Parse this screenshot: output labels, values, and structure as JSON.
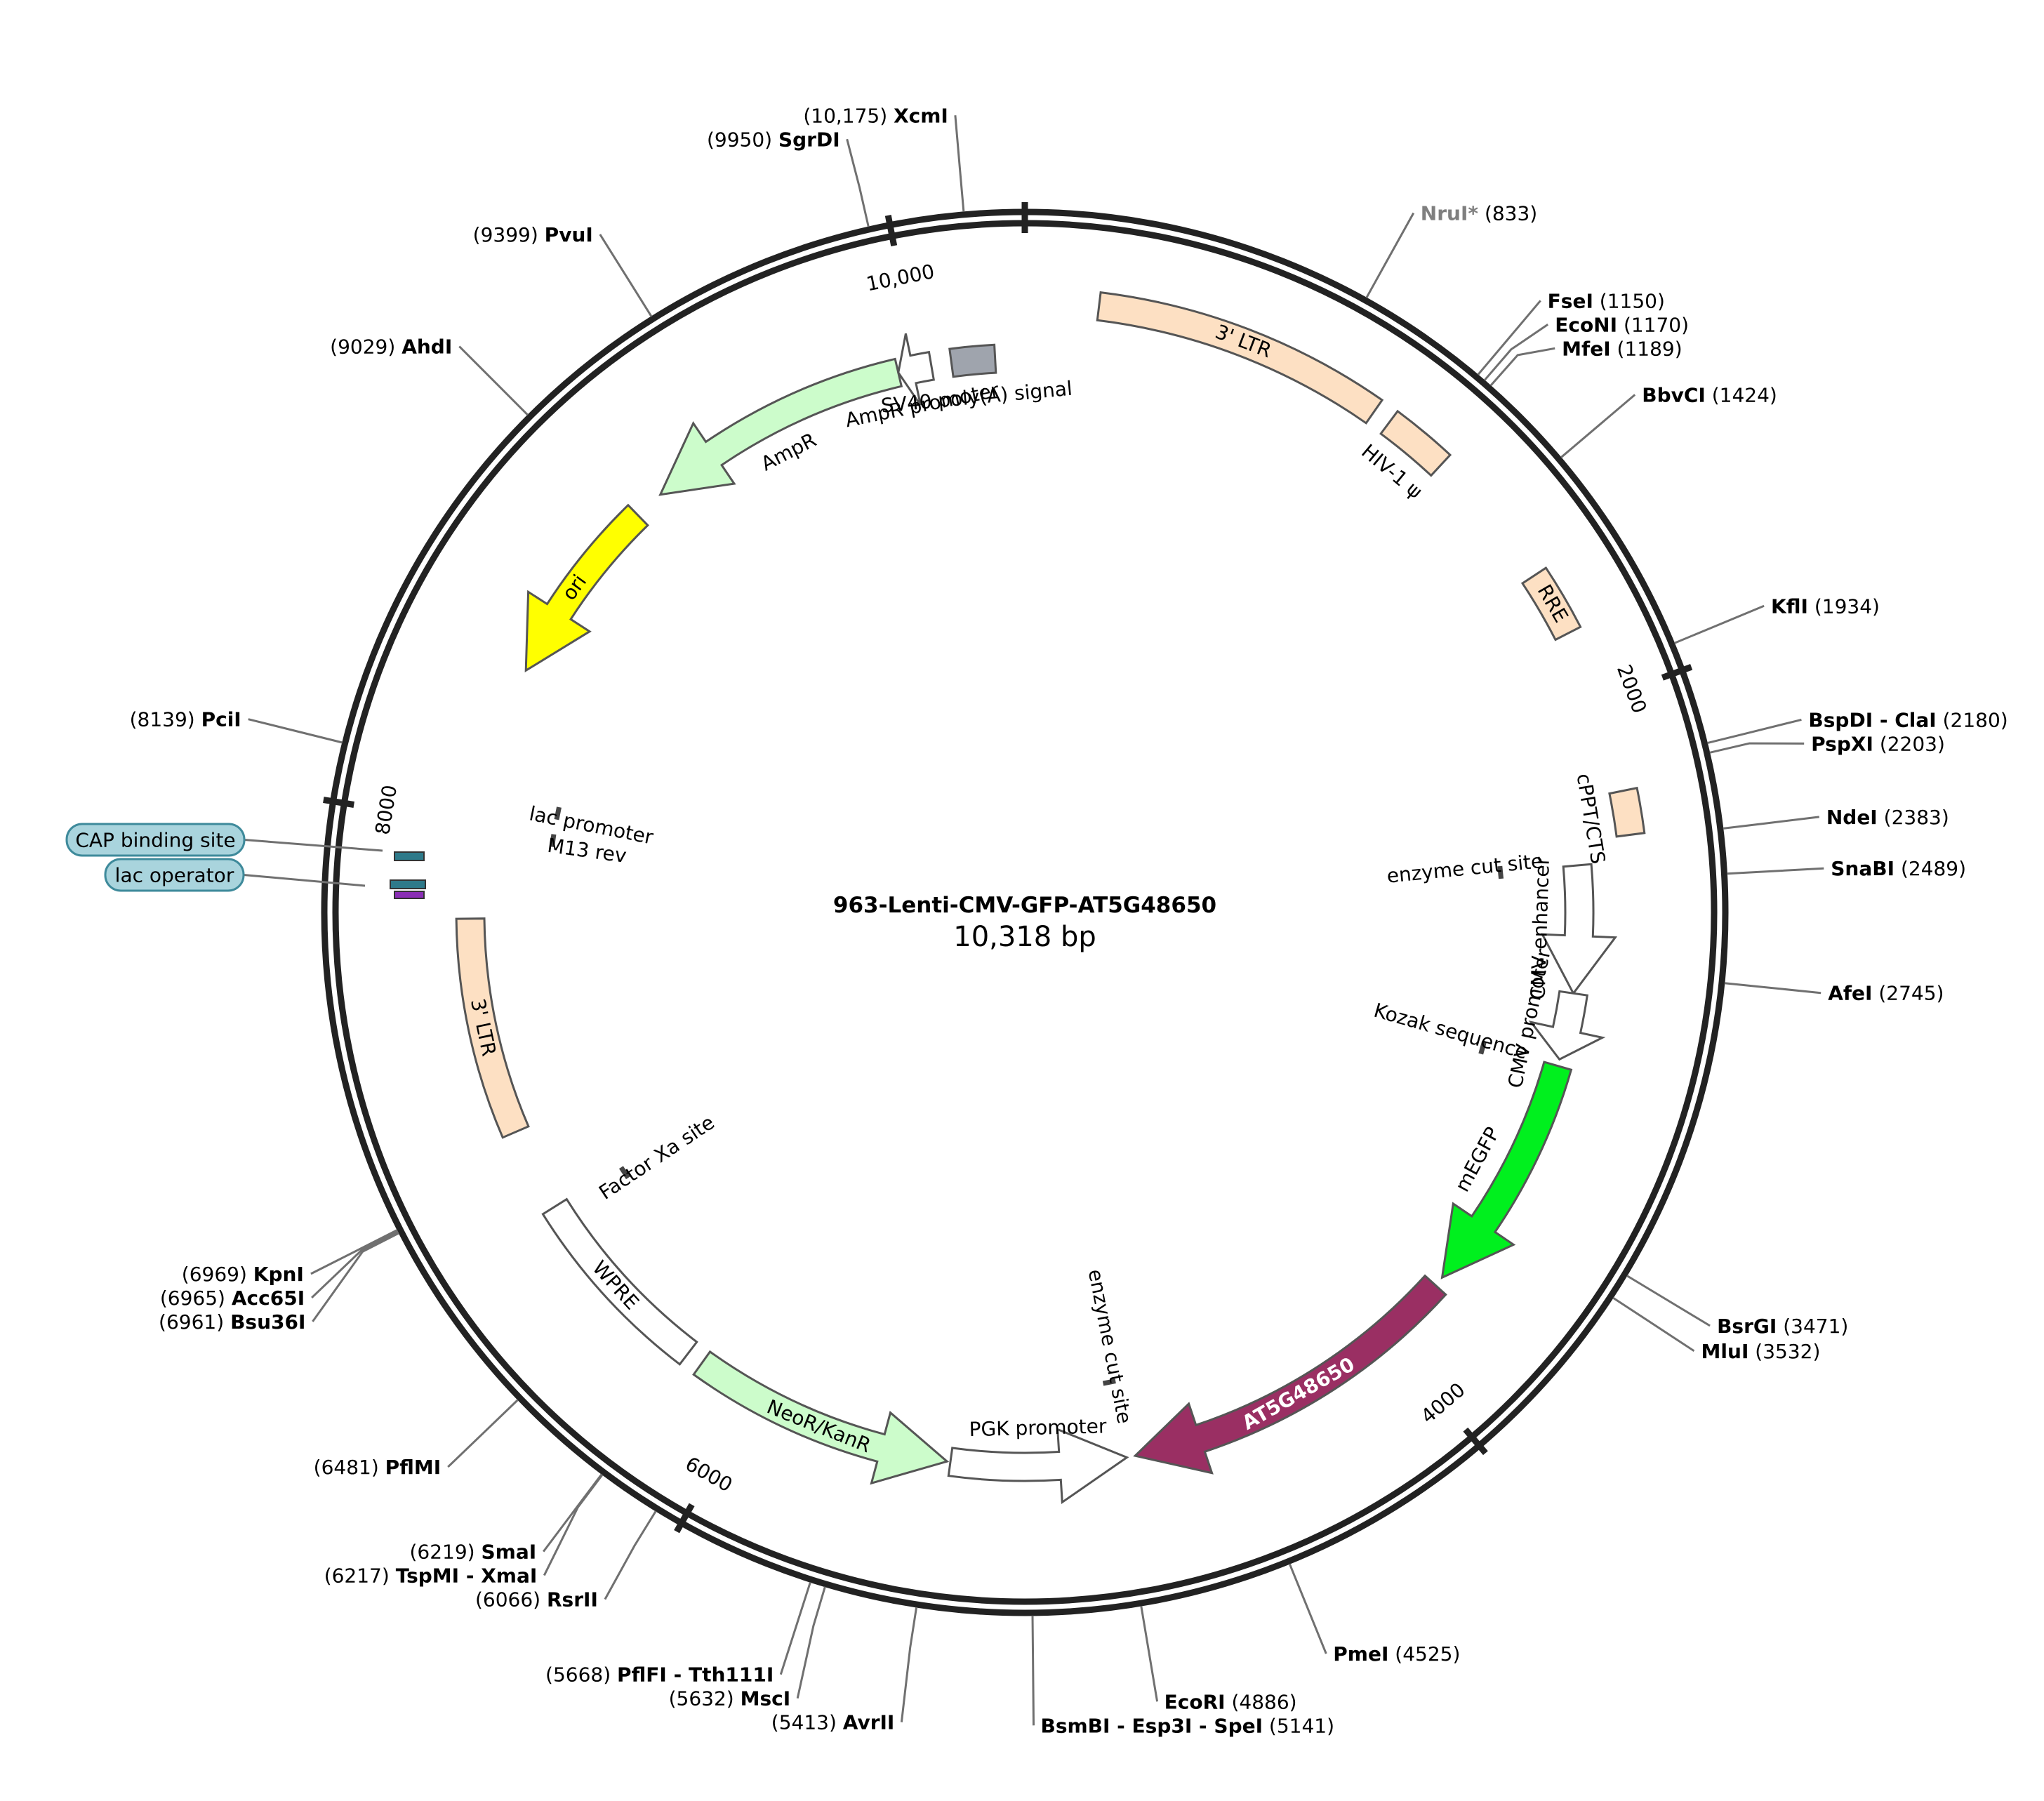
{
  "plasmid": {
    "name": "963-Lenti-CMV-GFP-AT5G48650",
    "length": 10318,
    "length_label": "10,318 bp"
  },
  "ticks": [
    {
      "pos": 0,
      "label": ""
    },
    {
      "pos": 2000,
      "label": "2000"
    },
    {
      "pos": 4000,
      "label": "4000"
    },
    {
      "pos": 6000,
      "label": "6000"
    },
    {
      "pos": 8000,
      "label": "8000"
    },
    {
      "pos": 10000,
      "label": "10,000"
    }
  ],
  "sites": [
    {
      "name": "SgrDI",
      "position": "(9950)",
      "bp": 9950,
      "side": "left",
      "gray": false
    },
    {
      "name": "XcmI",
      "position": "(10,175)",
      "bp": 10175,
      "side": "right",
      "gray": false
    },
    {
      "name": "NruI*",
      "position": "(833)",
      "bp": 833,
      "side": "right",
      "gray": true
    },
    {
      "name": "FseI",
      "position": "(1150)",
      "bp": 1150,
      "side": "right",
      "gray": false
    },
    {
      "name": "EcoNI",
      "position": "(1170)",
      "bp": 1170,
      "side": "right",
      "gray": false
    },
    {
      "name": "MfeI",
      "position": "(1189)",
      "bp": 1189,
      "side": "right",
      "gray": false
    },
    {
      "name": "BbvCI",
      "position": "(1424)",
      "bp": 1424,
      "side": "right",
      "gray": false
    },
    {
      "name": "KflI",
      "position": "(1934)",
      "bp": 1934,
      "side": "right",
      "gray": false
    },
    {
      "name": "BspDI - ClaI",
      "position": "(2180)",
      "bp": 2180,
      "side": "right",
      "gray": false
    },
    {
      "name": "PspXI",
      "position": "(2203)",
      "bp": 2203,
      "side": "right",
      "gray": false
    },
    {
      "name": "NdeI",
      "position": "(2383)",
      "bp": 2383,
      "side": "right",
      "gray": false
    },
    {
      "name": "SnaBI",
      "position": "(2489)",
      "bp": 2489,
      "side": "right",
      "gray": false
    },
    {
      "name": "AfeI",
      "position": "(2745)",
      "bp": 2745,
      "side": "right",
      "gray": false
    },
    {
      "name": "BsrGI",
      "position": "(3471)",
      "bp": 3471,
      "side": "right",
      "gray": false
    },
    {
      "name": "MluI",
      "position": "(3532)",
      "bp": 3532,
      "side": "right",
      "gray": false
    },
    {
      "name": "PmeI",
      "position": "(4525)",
      "bp": 4525,
      "side": "right",
      "gray": false
    },
    {
      "name": "EcoRI",
      "position": "(4886)",
      "bp": 4886,
      "side": "right",
      "gray": false
    },
    {
      "name": "BsmBI - Esp3I - SpeI",
      "position": "(5141)",
      "bp": 5141,
      "side": "right",
      "gray": false
    },
    {
      "name": "AvrII",
      "position": "(5413)",
      "bp": 5413,
      "side": "left",
      "gray": false
    },
    {
      "name": "MscI",
      "position": "(5632)",
      "bp": 5632,
      "side": "left",
      "gray": false
    },
    {
      "name": "PflFI - Tth111I",
      "position": "(5668)",
      "bp": 5668,
      "side": "left",
      "gray": false
    },
    {
      "name": "RsrII",
      "position": "(6066)",
      "bp": 6066,
      "side": "left",
      "gray": false
    },
    {
      "name": "TspMI - XmaI",
      "position": "(6217)",
      "bp": 6217,
      "side": "left",
      "gray": false
    },
    {
      "name": "SmaI",
      "position": "(6219)",
      "bp": 6219,
      "side": "left",
      "gray": false
    },
    {
      "name": "PflMI",
      "position": "(6481)",
      "bp": 6481,
      "side": "left",
      "gray": false
    },
    {
      "name": "Bsu36I",
      "position": "(6961)",
      "bp": 6961,
      "side": "left",
      "gray": false
    },
    {
      "name": "Acc65I",
      "position": "(6965)",
      "bp": 6965,
      "side": "left",
      "gray": false
    },
    {
      "name": "KpnI",
      "position": "(6969)",
      "bp": 6969,
      "side": "left",
      "gray": false
    },
    {
      "name": "PciI",
      "position": "(8139)",
      "bp": 8139,
      "side": "left",
      "gray": false
    },
    {
      "name": "AhdI",
      "position": "(9029)",
      "bp": 9029,
      "side": "left",
      "gray": false
    },
    {
      "name": "PvuI",
      "position": "(9399)",
      "bp": 9399,
      "side": "left",
      "gray": false
    }
  ],
  "features": [
    {
      "name": "3' LTR",
      "start": 200,
      "end": 1000,
      "dir": 0,
      "color": "#fde0c3",
      "ring": "outer",
      "label_inside": true
    },
    {
      "name": "HIV-1 ψ",
      "start": 1050,
      "end": 1230,
      "dir": 0,
      "color": "#fde0c3",
      "ring": "outer",
      "label_inside": false
    },
    {
      "name": "RRE",
      "start": 1620,
      "end": 1800,
      "dir": 0,
      "color": "#fde0c3",
      "ring": "outer",
      "label_inside": true
    },
    {
      "name": "cPPT/CTS",
      "start": 2250,
      "end": 2370,
      "dir": 0,
      "color": "#fde0c3",
      "ring": "outer",
      "label_inside": false
    },
    {
      "name": "CMV enhancer",
      "start": 2440,
      "end": 2820,
      "dir": 1,
      "color": "#ffffff",
      "ring": "inner",
      "label_inside": false
    },
    {
      "name": "CMV promoter",
      "start": 2820,
      "end": 3020,
      "dir": 1,
      "color": "#ffffff",
      "ring": "inner",
      "label_inside": false
    },
    {
      "name": "mEGFP",
      "start": 3040,
      "end": 3760,
      "dir": 1,
      "color": "#00f01e",
      "ring": "inner",
      "label_inside": false
    },
    {
      "name": "AT5G48650",
      "start": 3790,
      "end": 4830,
      "dir": 1,
      "color": "#9a2f63",
      "ring": "inner",
      "label_inside": true
    },
    {
      "name": "PGK promoter",
      "start": 4855,
      "end": 5380,
      "dir": -1,
      "color": "#ffffff",
      "ring": "inner",
      "label_inside": false
    },
    {
      "name": "NeoR/KanR",
      "start": 5390,
      "end": 6180,
      "dir": -1,
      "color": "#ccfccb",
      "ring": "inner",
      "label_inside": true
    },
    {
      "name": "WPRE",
      "start": 6230,
      "end": 6820,
      "dir": 0,
      "color": "#ffffff",
      "ring": "inner",
      "label_inside": true
    },
    {
      "name": "3' LTR",
      "start": 7070,
      "end": 7720,
      "dir": 0,
      "color": "#fde0c3",
      "ring": "inner",
      "label_inside": true
    },
    {
      "name": "ori",
      "start": 8480,
      "end": 9050,
      "dir": -1,
      "color": "#ffff00",
      "ring": "inner",
      "label_inside": true
    },
    {
      "name": "AmpR",
      "start": 9140,
      "end": 9940,
      "dir": -1,
      "color": "#ccfccb",
      "ring": "inner",
      "label_inside": false
    },
    {
      "name": "AmpR promoter",
      "start": 9940,
      "end": 10040,
      "dir": -1,
      "color": "#ffffff",
      "ring": "inner",
      "label_inside": false
    },
    {
      "name": "SV40 poly(A) signal",
      "start": 10100,
      "end": 10230,
      "dir": 0,
      "color": "#9fa4ad",
      "ring": "inner",
      "label_inside": false
    }
  ],
  "small_features": [
    {
      "name": "enzyme cut site",
      "bp": 2420
    },
    {
      "name": "Kozak sequence",
      "bp": 3030
    },
    {
      "name": "enzyme cut site",
      "bp": 4845
    },
    {
      "name": "Factor Xa site",
      "bp": 6770
    },
    {
      "name": "lac promoter",
      "bp": 8060
    },
    {
      "name": "M13 rev",
      "bp": 7965
    }
  ],
  "callouts": [
    {
      "name": "CAP binding site"
    },
    {
      "name": "lac operator"
    }
  ],
  "colors": {
    "backbone": "#222222",
    "leader": "#707070",
    "callout_fill": "#a9d4dd",
    "callout_stroke": "#3e8a9b",
    "gray_site": "#7f7f7f"
  }
}
